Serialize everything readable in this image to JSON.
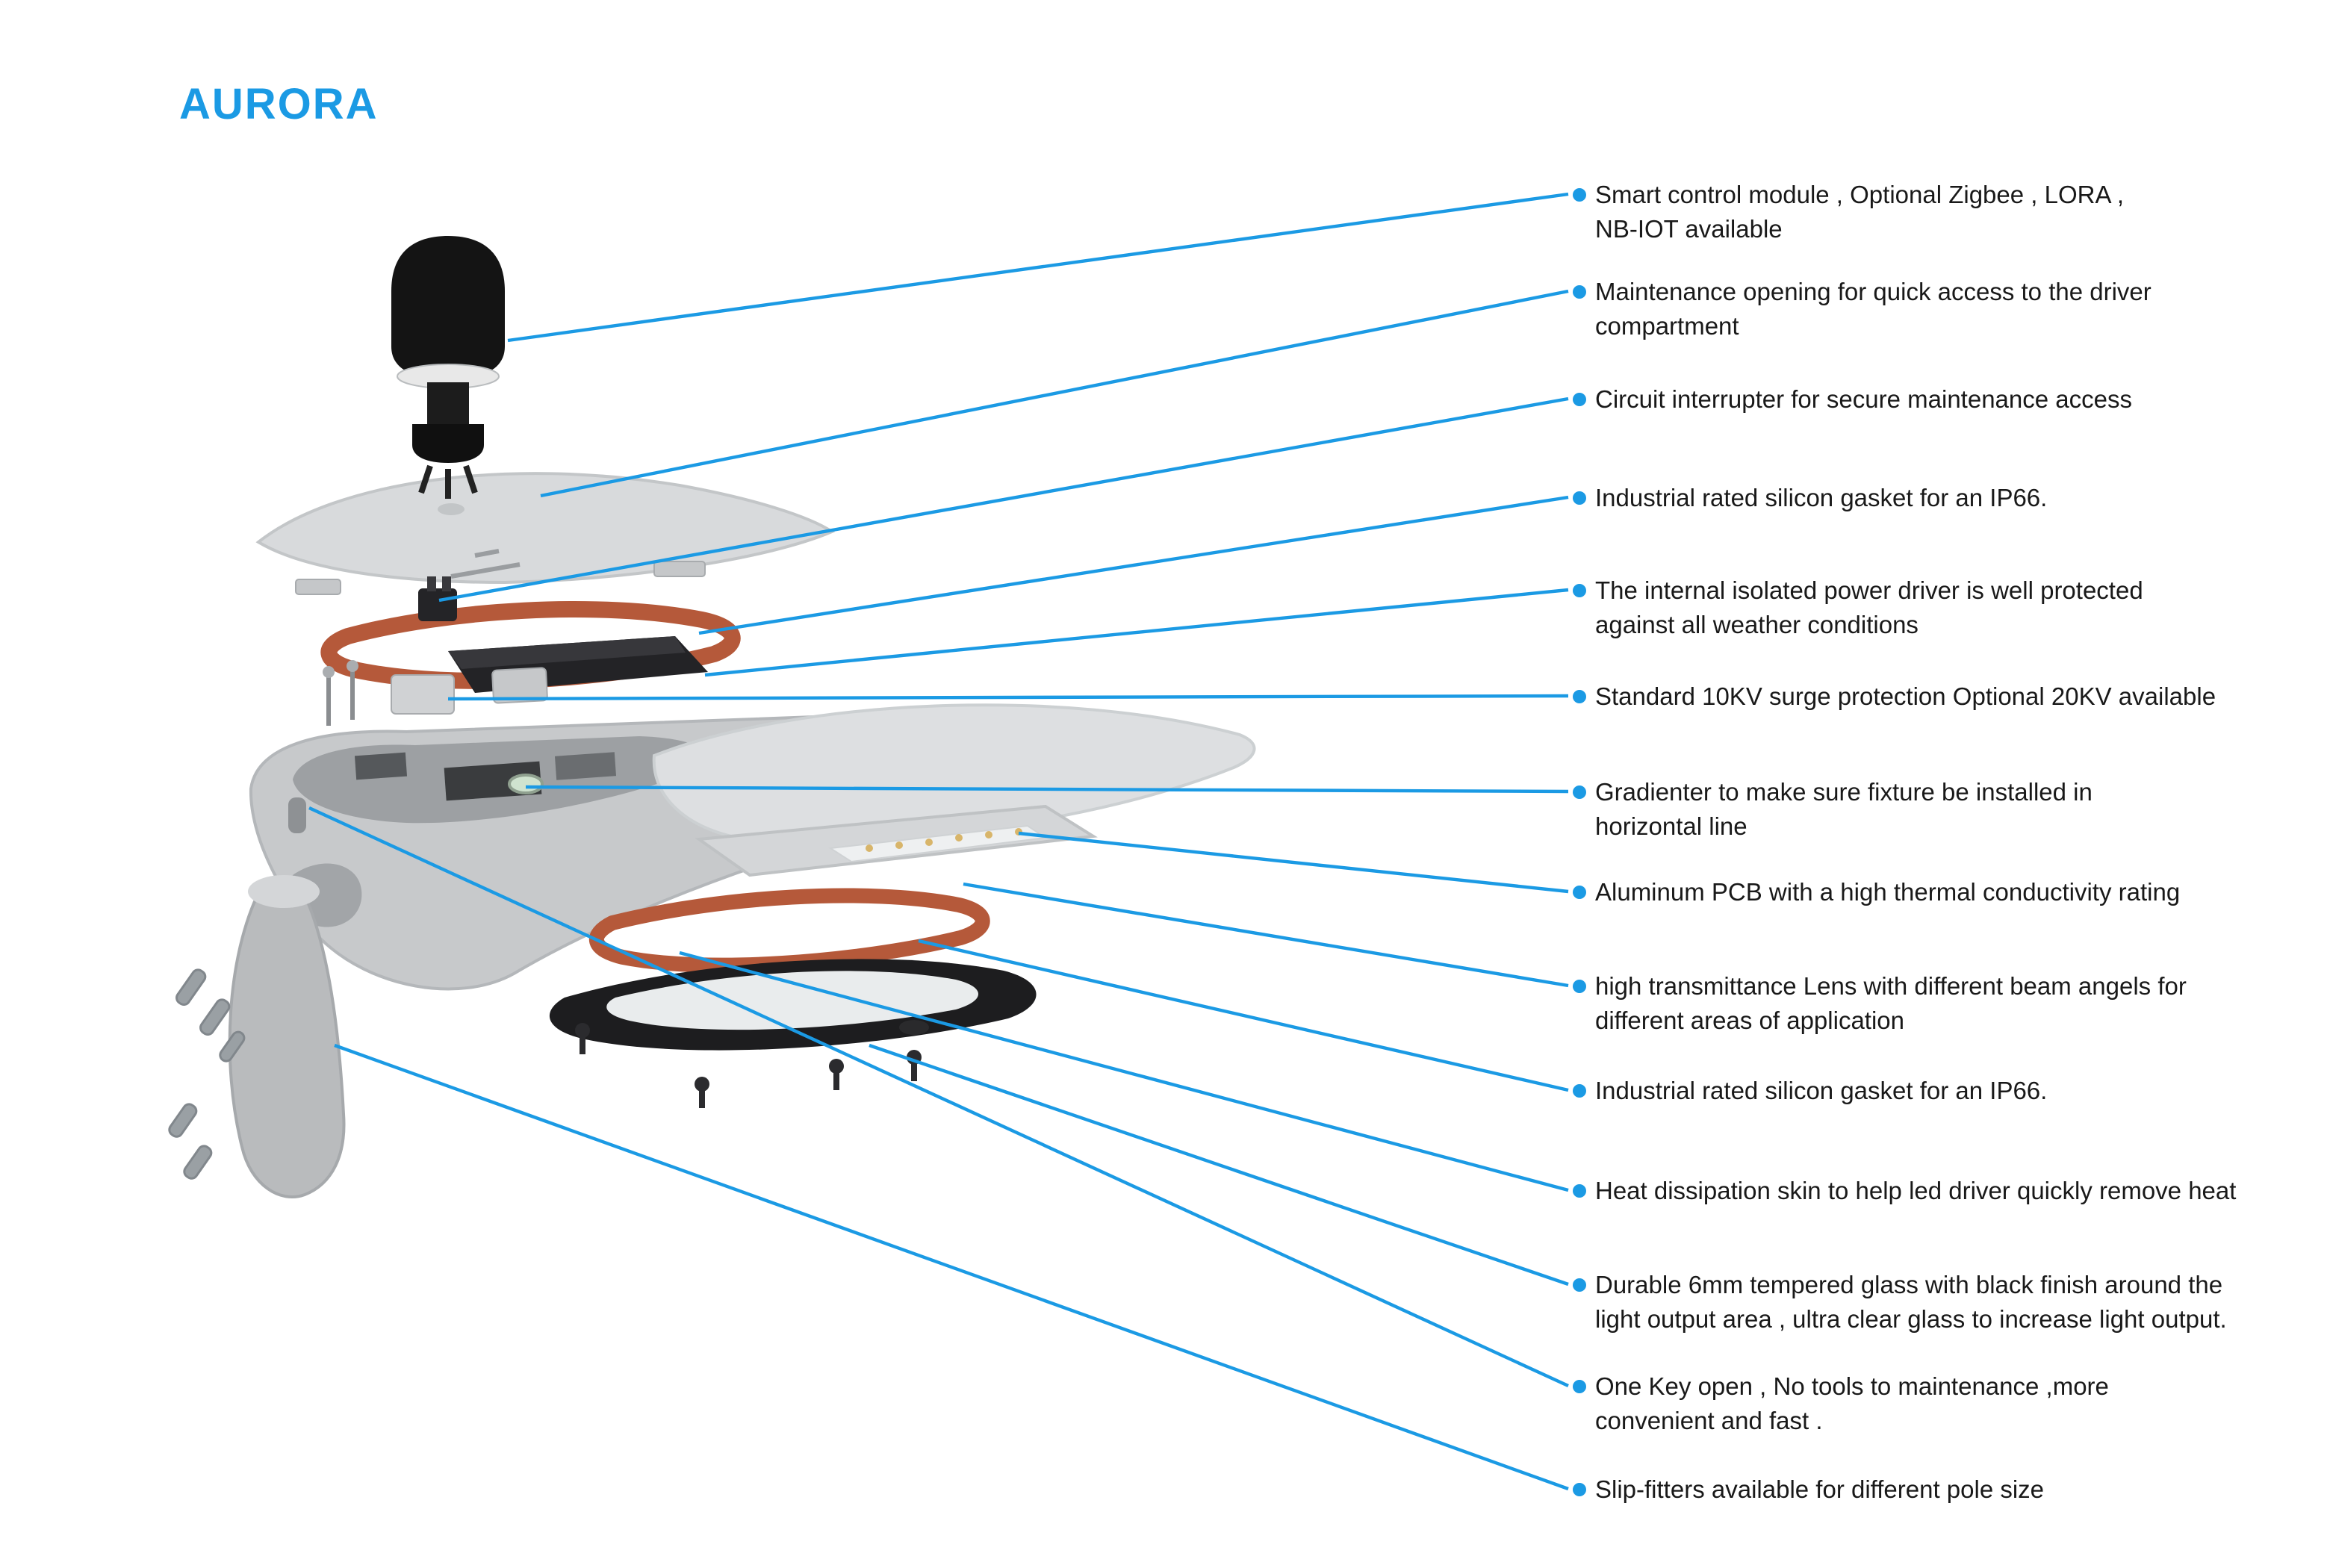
{
  "brand": {
    "logo": "AURORA"
  },
  "colors": {
    "accent": "#1b9ae4",
    "gasket": "#b5593a",
    "text": "#191919",
    "background": "#ffffff"
  },
  "callouts": [
    {
      "text": "Smart control module , Optional Zigbee , LORA ,\nNB-IOT available"
    },
    {
      "text": "Maintenance opening for quick access to the driver\ncompartment"
    },
    {
      "text": "Circuit interrupter for secure maintenance access"
    },
    {
      "text": "Industrial rated silicon gasket for an IP66."
    },
    {
      "text": "The internal isolated power driver is well protected\nagainst all weather conditions"
    },
    {
      "text": "Standard 10KV surge protection Optional 20KV available"
    },
    {
      "text": "Gradienter  to make sure fixture  be installed in\nhorizontal line"
    },
    {
      "text": "Aluminum PCB with a high thermal conductivity rating"
    },
    {
      "text": "high transmittance Lens with different beam angels for\ndifferent areas of application"
    },
    {
      "text": "Industrial rated silicon gasket for an IP66."
    },
    {
      "text": "Heat dissipation skin to help led driver quickly remove heat"
    },
    {
      "text": "Durable 6mm tempered glass with black finish around the\nlight output area , ultra clear glass to increase light output."
    },
    {
      "text": "One Key open , No tools to maintenance ,more\nconvenient and fast ."
    },
    {
      "text": "Slip-fitters available for different pole size"
    }
  ]
}
